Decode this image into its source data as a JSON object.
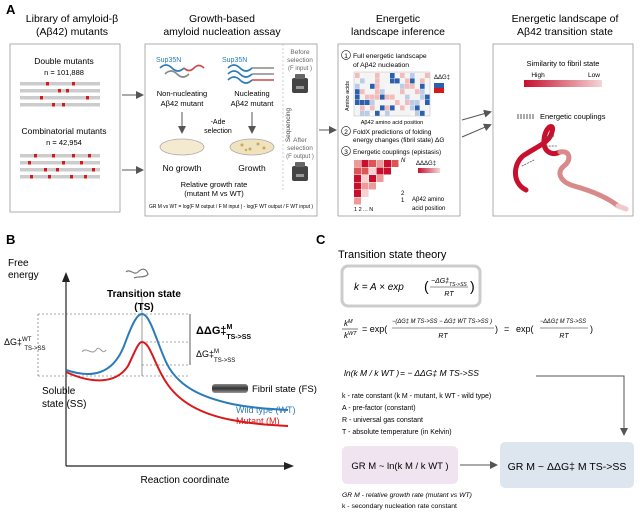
{
  "panel_a": {
    "letter": "A",
    "library": {
      "title1": "Library of amyloid-β",
      "title2": "(Aβ42) mutants",
      "double_title": "Double mutants",
      "double_n": "n = 101,888",
      "comb_title": "Combinatorial mutants",
      "comb_n": "n = 42,954"
    },
    "assay": {
      "title1": "Growth-based",
      "title2": "amyloid nucleation assay",
      "sup_left": "Sup35N",
      "sup_right": "Sup35N",
      "nonnuc1": "Non-nucleating",
      "nonnuc2": "Aβ42 mutant",
      "nuc1": "Nucleating",
      "nuc2": "Aβ42 mutant",
      "selection1": "-Ade",
      "selection2": "selection",
      "no_growth": "No growth",
      "growth": "Growth",
      "before1": "Before",
      "before2": "selection",
      "before3": "(F input )",
      "after1": "After",
      "after2": "selection",
      "after3": "(F output )",
      "sequencing": "Sequencing",
      "rel1": "Relative growth rate",
      "rel2": "(mutant M vs WT)",
      "formula": "GR M vs WT = log(F M output / F M input ) - log(F WT output / F WT input )"
    },
    "inference": {
      "title1": "Energetic",
      "title2": "landscape inference",
      "step1_num": "1",
      "step1_1": "Full energetic landscape",
      "step1_2": "of Aβ42 nucleation",
      "dgg": "ΔΔG‡",
      "amino_acids": "Amino acids",
      "position": "Aβ42 amino acid position",
      "step2_num": "2",
      "step2_1": "FoldX predictions of folding",
      "step2_2": "energy changes (fibril state) ΔG",
      "step3_num": "3",
      "step3": "Energetic couplings (epistasis)",
      "dddg": "ΔΔΔG‡",
      "n_top": "N",
      "two": "2",
      "one": "1",
      "axis_bottom": "1  2 ...    N",
      "aa_pos1": "Aβ42 amino",
      "aa_pos2": "acid position"
    },
    "landscape": {
      "title1": "Energetic landscape of",
      "title2": "Aβ42 transition state",
      "similarity": "Similarity to fibril state",
      "high": "High",
      "low": "Low",
      "couplings": "Energetic couplings"
    }
  },
  "panel_b": {
    "letter": "B",
    "free": "Free",
    "energy": "energy",
    "ts1": "Transition state",
    "ts2": "(TS)",
    "dddg_label": "ΔΔG‡",
    "dddg_sup": "M",
    "dddg_sub": "TS->SS",
    "dg_small": "ΔG‡",
    "dg_small_sup": "M",
    "dg_small_sub": "TS->SS",
    "dg_wt": "ΔG‡",
    "dg_wt_sup": "WT",
    "dg_wt_sub": "TS->SS",
    "soluble1": "Soluble",
    "soluble2": "state (SS)",
    "fibril": "Fibril state (FS)",
    "wild_type": "Wild type (WT)",
    "mutant": "Mutant (M)",
    "xaxis": "Reaction coordinate"
  },
  "panel_c": {
    "letter": "C",
    "title": "Transition state theory",
    "eq1_lhs": "k = A × exp",
    "eq1_num": "−ΔG‡",
    "eq1_sub": "TS->SS",
    "eq1_den": "RT",
    "eq2_lhs_num": "k",
    "eq2_lhs_num_sup": "M",
    "eq2_lhs_den": "k",
    "eq2_lhs_den_sup": "WT",
    "eq2_mid": "= exp(",
    "eq2_num": "−(ΔG‡ M TS->SS − ΔG‡ WT TS->SS )",
    "eq2_den": "RT",
    "eq2_close": ")",
    "eq2_eq": "=",
    "eq2_rhs": "exp(",
    "eq2_rhs_num": "−ΔΔG‡ M TS->SS",
    "eq2_rhs_den": "RT",
    "eq3_lhs": "ln(k M / k WT )",
    "eq3_rhs": "= − ΔΔG‡ M TS->SS",
    "def1": "k - rate constant (k M - mutant, k WT - wild type)",
    "def2": "A - pre-factor (constant)",
    "def3": "R - universal gas constant",
    "def4": "T - absolute temperature (in Kelvin)",
    "box_left": "GR M ~ ln(k M / k WT )",
    "box_right": "GR M ~ ΔΔG‡ M TS->SS",
    "foot1": "GR M - relative growth rate (mutant vs WT)",
    "foot2": "k - secondary nucleation rate constant"
  },
  "colors": {
    "wild_type": "#2b7bb9",
    "mutant": "#d7191c",
    "box_pink": "#f1e4f1",
    "box_blue": "#dde6ee"
  }
}
